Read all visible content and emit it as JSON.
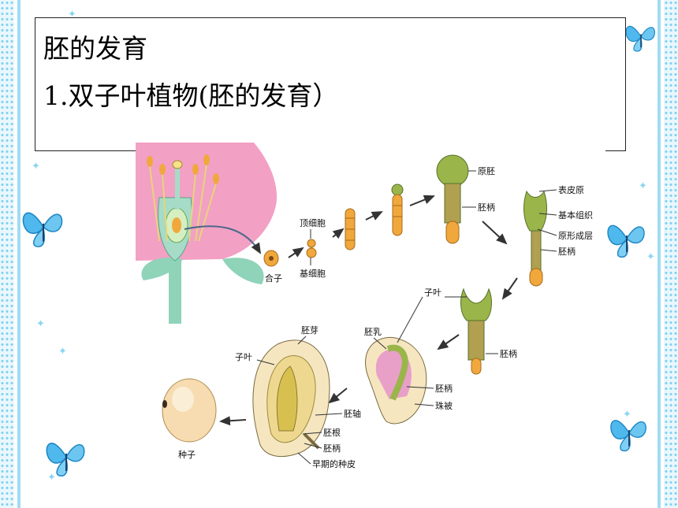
{
  "slide": {
    "title": "胚的发育",
    "subtitle": "1.双子叶植物(胚的发育）"
  },
  "diagram": {
    "labels": {
      "zygote": "合子",
      "apical_cell": "顶细胞",
      "basal_cell": "基细胞",
      "proembryo": "原胚",
      "suspensor_1": "胚柄",
      "protoderm": "表皮原",
      "ground_meristem": "基本组织",
      "procambium": "原形成层",
      "suspensor_2": "胚柄",
      "cotyledon_1": "子叶",
      "suspensor_3": "胚柄",
      "endosperm": "胚乳",
      "suspensor_4": "胚柄",
      "integument": "珠被",
      "plumule": "胚芽",
      "cotyledon_2": "子叶",
      "hypocotyl": "胚轴",
      "radicle": "胚根",
      "suspensor_5": "胚柄",
      "early_seed_coat": "早期的种皮",
      "seed": "种子"
    }
  },
  "colors": {
    "petal": "#f2a0c4",
    "stem": "#8fd3b8",
    "embryo_green": "#9ab64a",
    "embryo_orange": "#f0a83c",
    "arrow": "#333333",
    "frame": "#9fdcf3"
  }
}
